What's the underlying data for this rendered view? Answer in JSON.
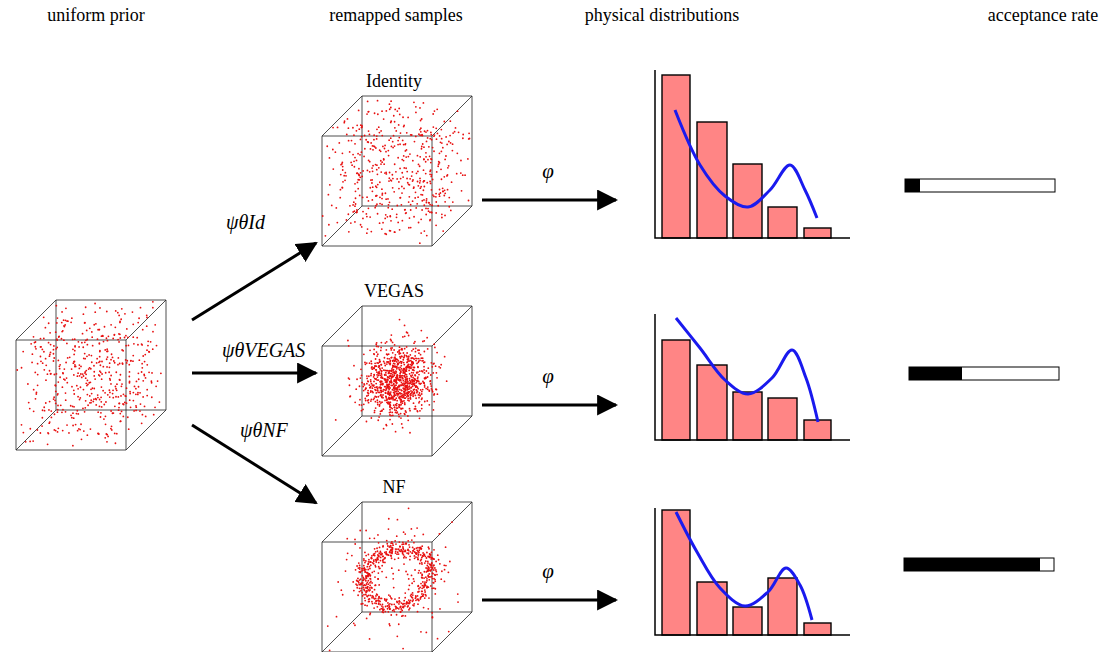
{
  "diagram": {
    "nodes": [
      {
        "text": [
          "uniform prior"
        ]
      },
      {
        "text": [
          "Identity"
        ]
      },
      {
        "text": [
          "VEGAS"
        ]
      },
      {
        "text": [
          "NF"
        ]
      }
    ],
    "edges": [
      {
        "from": 0,
        "to": 1,
        "arrow": "to",
        "label": "ψθId"
      },
      {
        "from": 0,
        "to": 2,
        "arrow": "to",
        "label": "ψθVEGAS"
      },
      {
        "from": 0,
        "to": 3,
        "arrow": "to",
        "label": "ψθNF"
      }
    ],
    "labels": [
      "remapped samples",
      "physical distributions",
      "acceptance rate",
      "φ",
      "φ",
      "φ"
    ]
  }
}
